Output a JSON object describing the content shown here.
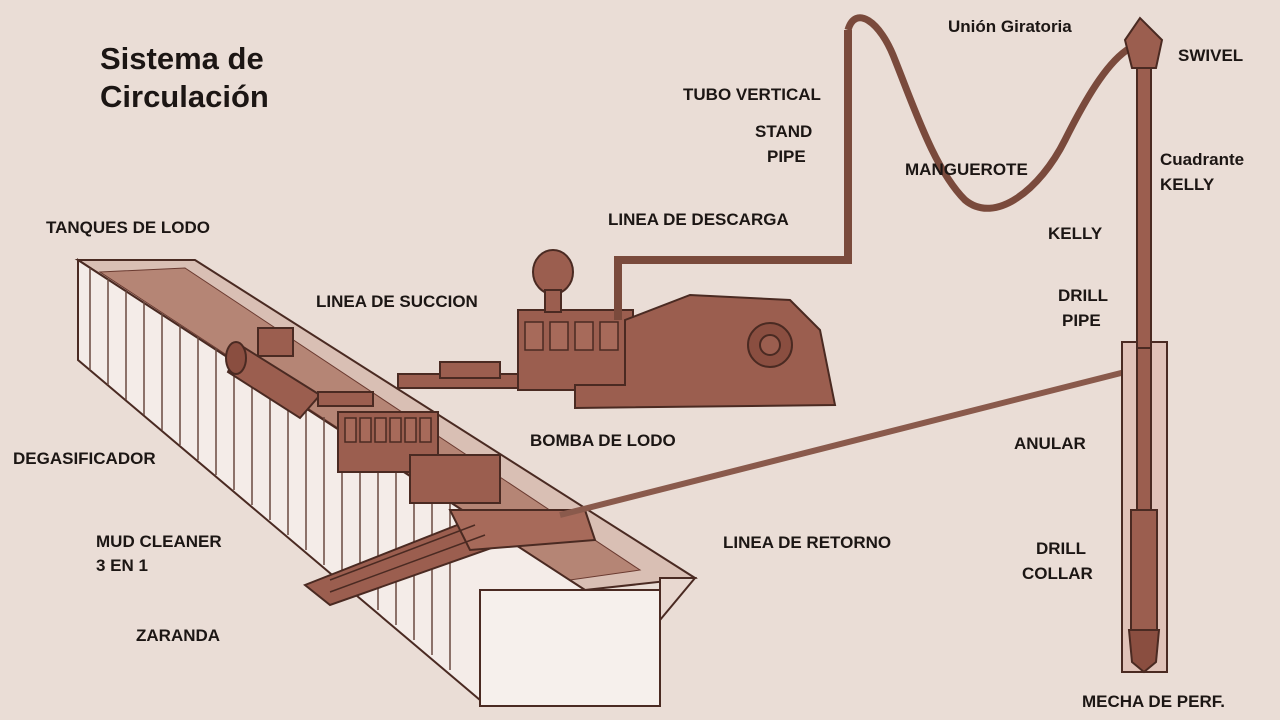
{
  "title": {
    "line1": "Sistema de",
    "line2": "Circulación"
  },
  "labels": {
    "union_giratoria": "Unión Giratoria",
    "swivel": "SWIVEL",
    "tubo_vertical": "TUBO VERTICAL",
    "stand_pipe_1": "STAND",
    "stand_pipe_2": "PIPE",
    "manguerote": "MANGUEROTE",
    "cuadrante": "Cuadrante",
    "cuadrante_kelly": "KELLY",
    "kelly": "KELLY",
    "linea_descarga": "LINEA DE DESCARGA",
    "tanques_lodo": "TANQUES DE LODO",
    "linea_succion": "LINEA DE SUCCION",
    "drill_pipe_1": "DRILL",
    "drill_pipe_2": "PIPE",
    "bomba_lodo": "BOMBA DE LODO",
    "anular": "ANULAR",
    "degasificador": "DEGASIFICADOR",
    "mud_cleaner_1": "MUD CLEANER",
    "mud_cleaner_2": "3 EN 1",
    "linea_retorno": "LINEA DE RETORNO",
    "drill_collar_1": "DRILL",
    "drill_collar_2": "COLLAR",
    "zaranda": "ZARANDA",
    "mecha": "MECHA DE PERF."
  },
  "colors": {
    "background": "#eaddd6",
    "equipment": "#9b5e4f",
    "equipment_dark": "#5a3028",
    "tank_face": "#f4ece8",
    "well_bore": "#e0c2b8"
  }
}
